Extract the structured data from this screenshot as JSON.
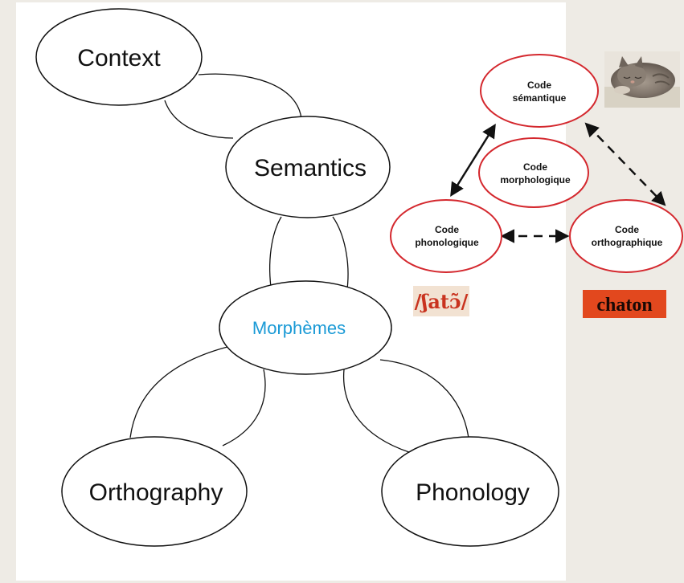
{
  "left_diagram": {
    "nodes": {
      "context": "Context",
      "semantics": "Semantics",
      "morphemes": "Morphèmes",
      "orthography": "Orthography",
      "phonology": "Phonology"
    }
  },
  "right_diagram": {
    "nodes": {
      "semantic_line1": "Code",
      "semantic_line2": "sémantique",
      "morphological_line1": "Code",
      "morphological_line2": "morphologique",
      "phonological_line1": "Code",
      "phonological_line2": "phonologique",
      "orthographic_line1": "Code",
      "orthographic_line2": "orthographique"
    },
    "phonological_example": "/ʃatɔ̃/",
    "orthographic_example": "chaton",
    "image_subject": "kitten-photo",
    "colors": {
      "node_border": "#d4282e",
      "ipa_background": "#f2e2d2",
      "ipa_text": "#c9331f",
      "chaton_background": "#e2481e",
      "morpheme_text": "#1a9ad6"
    }
  }
}
